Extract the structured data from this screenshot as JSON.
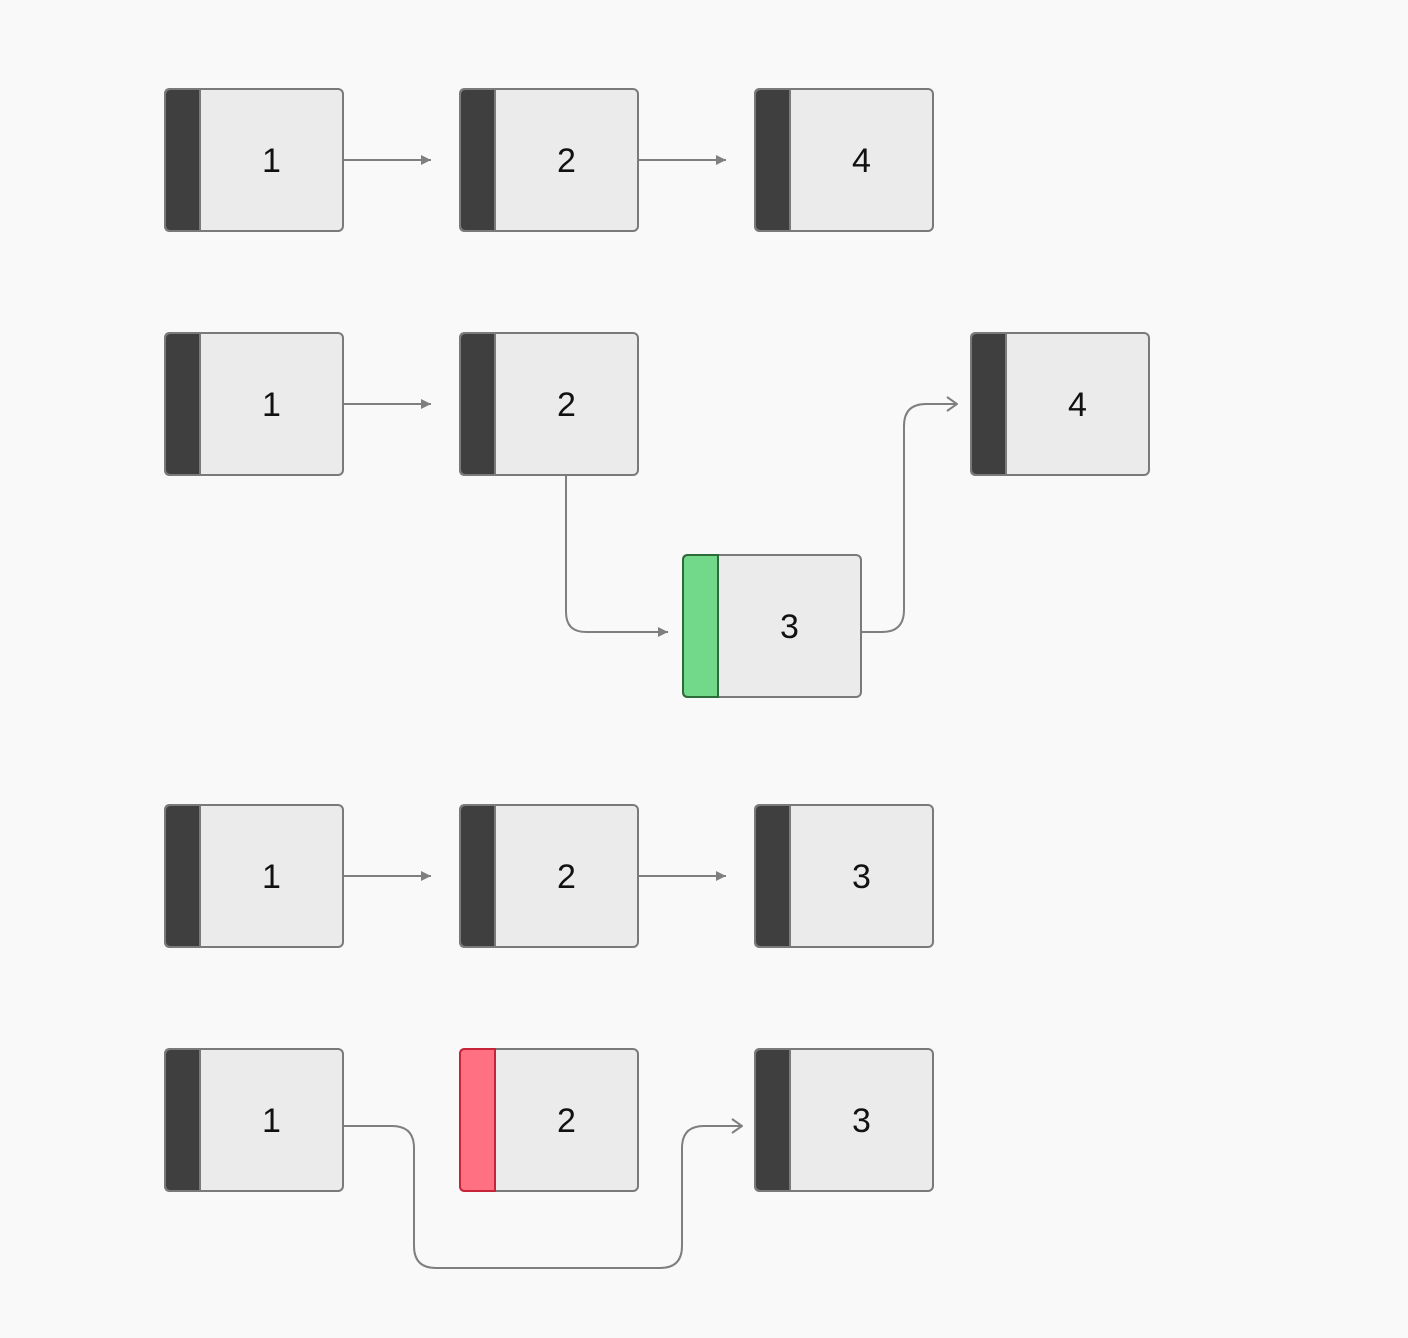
{
  "colors": {
    "background": "#f9f9f9",
    "node_fill": "#ebebeb",
    "node_border": "#7a7a7a",
    "bar_default": "#3f3f3f",
    "bar_inserted": "#72d98a",
    "bar_inserted_border": "#2d6b3b",
    "bar_removed": "#ff7083",
    "bar_removed_border": "#c7243a",
    "edge": "#7f7f7f",
    "text": "#111111"
  },
  "rows": [
    {
      "name": "list-before-insert",
      "nodes": [
        {
          "id": "r1-n1",
          "value": "1",
          "state": "default"
        },
        {
          "id": "r1-n2",
          "value": "2",
          "state": "default"
        },
        {
          "id": "r1-n4",
          "value": "4",
          "state": "default"
        }
      ],
      "links": [
        [
          "r1-n1",
          "r1-n2"
        ],
        [
          "r1-n2",
          "r1-n4"
        ]
      ]
    },
    {
      "name": "list-insert-step",
      "nodes": [
        {
          "id": "r2-n1",
          "value": "1",
          "state": "default"
        },
        {
          "id": "r2-n2",
          "value": "2",
          "state": "default"
        },
        {
          "id": "r2-n3",
          "value": "3",
          "state": "inserted"
        },
        {
          "id": "r2-n4",
          "value": "4",
          "state": "default"
        }
      ],
      "links": [
        [
          "r2-n1",
          "r2-n2"
        ],
        [
          "r2-n2",
          "r2-n3"
        ],
        [
          "r2-n3",
          "r2-n4"
        ]
      ]
    },
    {
      "name": "list-before-delete",
      "nodes": [
        {
          "id": "r3-n1",
          "value": "1",
          "state": "default"
        },
        {
          "id": "r3-n2",
          "value": "2",
          "state": "default"
        },
        {
          "id": "r3-n3",
          "value": "3",
          "state": "default"
        }
      ],
      "links": [
        [
          "r3-n1",
          "r3-n2"
        ],
        [
          "r3-n2",
          "r3-n3"
        ]
      ]
    },
    {
      "name": "list-delete-step",
      "nodes": [
        {
          "id": "r4-n1",
          "value": "1",
          "state": "default"
        },
        {
          "id": "r4-n2",
          "value": "2",
          "state": "removed"
        },
        {
          "id": "r4-n3",
          "value": "3",
          "state": "default"
        }
      ],
      "links": [
        [
          "r4-n1",
          "r4-n3"
        ]
      ]
    }
  ]
}
